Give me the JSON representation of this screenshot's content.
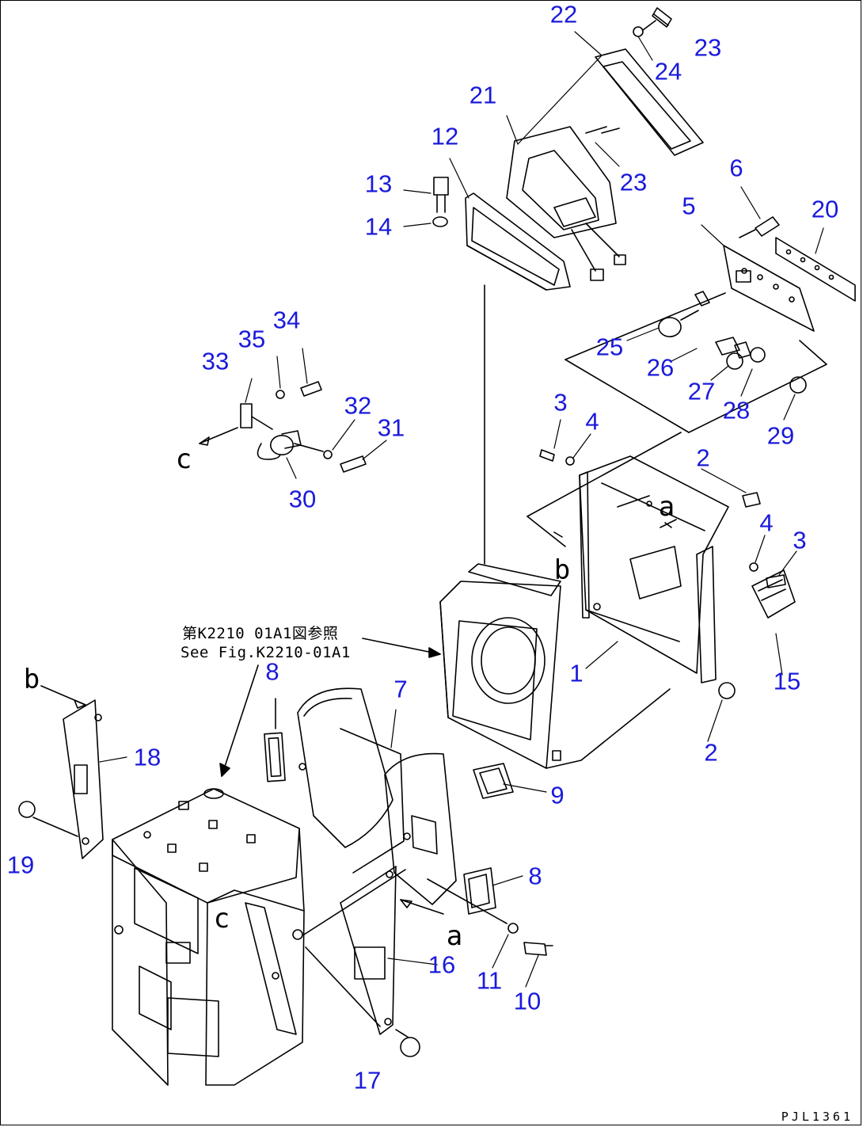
{
  "diagram": {
    "drawing_code": "PJL1361",
    "reference_note_jp": "第K2210 01A1図参照",
    "reference_note_en": "See Fig.K2210-01A1",
    "view_marks": [
      "a",
      "b",
      "c"
    ],
    "callout_color": "#1a1adb",
    "line_color": "#000000",
    "callouts": [
      "1",
      "2",
      "2",
      "3",
      "3",
      "4",
      "4",
      "5",
      "6",
      "7",
      "8",
      "8",
      "9",
      "10",
      "11",
      "12",
      "13",
      "14",
      "15",
      "16",
      "17",
      "18",
      "19",
      "20",
      "21",
      "22",
      "23",
      "23",
      "24",
      "25",
      "26",
      "27",
      "28",
      "29",
      "30",
      "31",
      "32",
      "33",
      "34",
      "35"
    ]
  }
}
